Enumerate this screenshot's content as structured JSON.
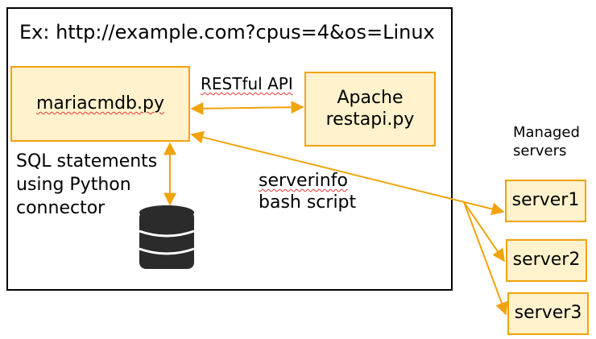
{
  "example_url": "Ex: http://example.com?cpus=4&os=Linux",
  "nodes": {
    "mariacmdb": "mariacmdb.py",
    "apache_line1": "Apache",
    "apache_line2": "restapi.py",
    "server1": "server1",
    "server2": "server2",
    "server3": "server3"
  },
  "labels": {
    "restful_api": "RESTful API",
    "sql_line1": "SQL statements",
    "sql_line2": "using Python",
    "sql_line3": "connector",
    "serverinfo_line1": "serverinfo",
    "serverinfo_line2": "bash script",
    "managed_line1": "Managed",
    "managed_line2": "servers"
  },
  "icons": {
    "database": "database-icon"
  },
  "colors": {
    "box_fill": "#fff2cc",
    "box_border": "#f0a30a",
    "arrow": "#f0a30a",
    "spellcheck": "#e53935"
  }
}
